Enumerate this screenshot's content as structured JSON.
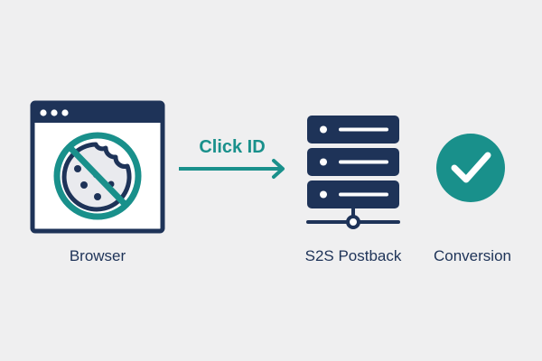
{
  "colors": {
    "background": "#efeff0",
    "navy": "#1e3358",
    "teal": "#19908b",
    "white": "#ffffff",
    "cookie_fill": "#e9eaee"
  },
  "nodes": {
    "browser": {
      "label": "Browser",
      "icon": "browser-window-no-cookie-icon"
    },
    "server": {
      "label": "S2S Postback",
      "icon": "server-rack-icon"
    },
    "conversion": {
      "label": "Conversion",
      "icon": "check-circle-icon"
    }
  },
  "edges": {
    "click": {
      "label": "Click ID",
      "from": "browser",
      "to": "server"
    }
  }
}
